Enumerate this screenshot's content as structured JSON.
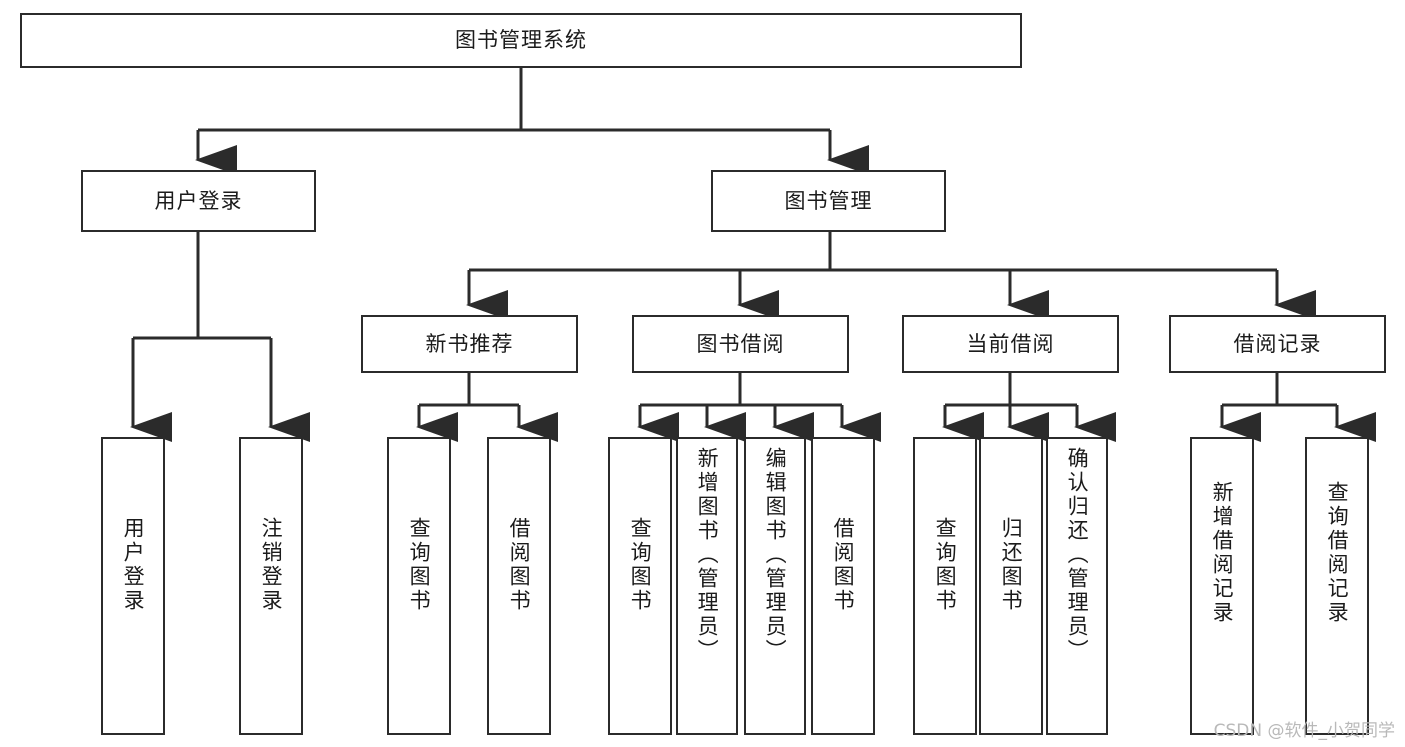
{
  "diagram": {
    "title": "图书管理系统",
    "type": "tree-hierarchy",
    "watermark": "CSDN @软件_小贺同学",
    "colors": {
      "box_border": "#2b2b2b",
      "box_fill": "#ffffff",
      "edge": "#2b2b2b",
      "text": "#1b1b1b",
      "watermark": "#b9b9b9"
    },
    "nodes": {
      "root": {
        "label": "图书管理系统",
        "level": 0,
        "orientation": "horizontal"
      },
      "l1": [
        {
          "id": "user-login",
          "label": "用户登录",
          "level": 1,
          "orientation": "horizontal"
        },
        {
          "id": "book-manage",
          "label": "图书管理",
          "level": 1,
          "orientation": "horizontal"
        }
      ],
      "l2": [
        {
          "id": "new-book-recommend",
          "label": "新书推荐",
          "level": 2,
          "orientation": "horizontal"
        },
        {
          "id": "book-borrow",
          "label": "图书借阅",
          "level": 2,
          "orientation": "horizontal"
        },
        {
          "id": "current-borrow",
          "label": "当前借阅",
          "level": 2,
          "orientation": "horizontal"
        },
        {
          "id": "borrow-record",
          "label": "借阅记录",
          "level": 2,
          "orientation": "horizontal"
        }
      ],
      "leaves": [
        {
          "id": "leaf-user-login",
          "label": "用户登录",
          "parent": "user-login",
          "orientation": "vertical"
        },
        {
          "id": "leaf-logout-login",
          "label": "注销登录",
          "parent": "user-login",
          "orientation": "vertical"
        },
        {
          "id": "leaf-query-book-1",
          "label": "查询图书",
          "parent": "new-book-recommend",
          "orientation": "vertical"
        },
        {
          "id": "leaf-borrow-book-1",
          "label": "借阅图书",
          "parent": "new-book-recommend",
          "orientation": "vertical"
        },
        {
          "id": "leaf-query-book-2",
          "label": "查询图书",
          "parent": "book-borrow",
          "orientation": "vertical"
        },
        {
          "id": "leaf-add-book",
          "label": "新增图书（管理员）",
          "parent": "book-borrow",
          "orientation": "vertical"
        },
        {
          "id": "leaf-edit-book",
          "label": "编辑图书（管理员）",
          "parent": "book-borrow",
          "orientation": "vertical"
        },
        {
          "id": "leaf-borrow-book-2",
          "label": "借阅图书",
          "parent": "book-borrow",
          "orientation": "vertical"
        },
        {
          "id": "leaf-query-book-3",
          "label": "查询图书",
          "parent": "current-borrow",
          "orientation": "vertical"
        },
        {
          "id": "leaf-return-book",
          "label": "归还图书",
          "parent": "current-borrow",
          "orientation": "vertical"
        },
        {
          "id": "leaf-confirm-return",
          "label": "确认归还（管理员）",
          "parent": "current-borrow",
          "orientation": "vertical"
        },
        {
          "id": "leaf-add-record",
          "label": "新增借阅记录",
          "parent": "borrow-record",
          "orientation": "vertical"
        },
        {
          "id": "leaf-query-record",
          "label": "查询借阅记录",
          "parent": "borrow-record",
          "orientation": "vertical"
        }
      ]
    }
  }
}
